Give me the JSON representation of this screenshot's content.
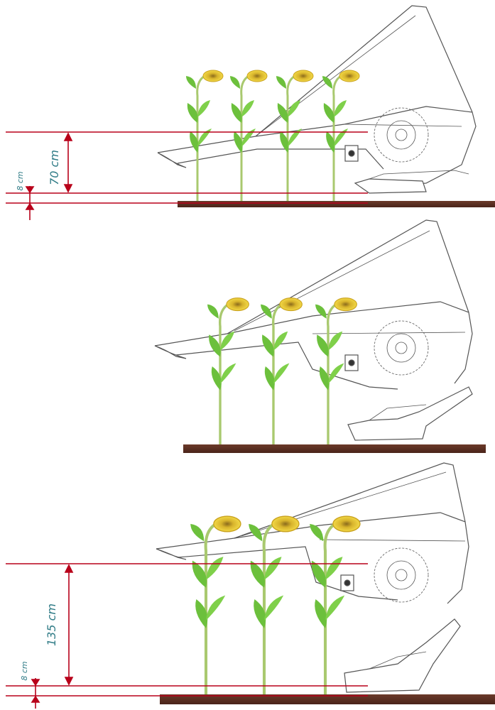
{
  "panels": [
    {
      "id": "panel-1",
      "mode": "header low, header height gauge",
      "dimensions": [
        {
          "label": "70 cm"
        },
        {
          "label": "8 cm"
        }
      ]
    },
    {
      "id": "panel-2",
      "mode": "header raised, hinge transport",
      "dimensions": []
    },
    {
      "id": "panel-3",
      "mode": "header high, header height gauge",
      "dimensions": [
        {
          "label": "135 cm"
        },
        {
          "label": "8 cm"
        }
      ]
    }
  ],
  "colors": {
    "dimension_line": "#b8001a",
    "dimension_text": "#2f7b86",
    "soil": "#5a2e22",
    "stem": "#a9c96f",
    "leaf": "#6cc03c",
    "flower": "#e9c93a",
    "machine_stroke": "#555555"
  }
}
